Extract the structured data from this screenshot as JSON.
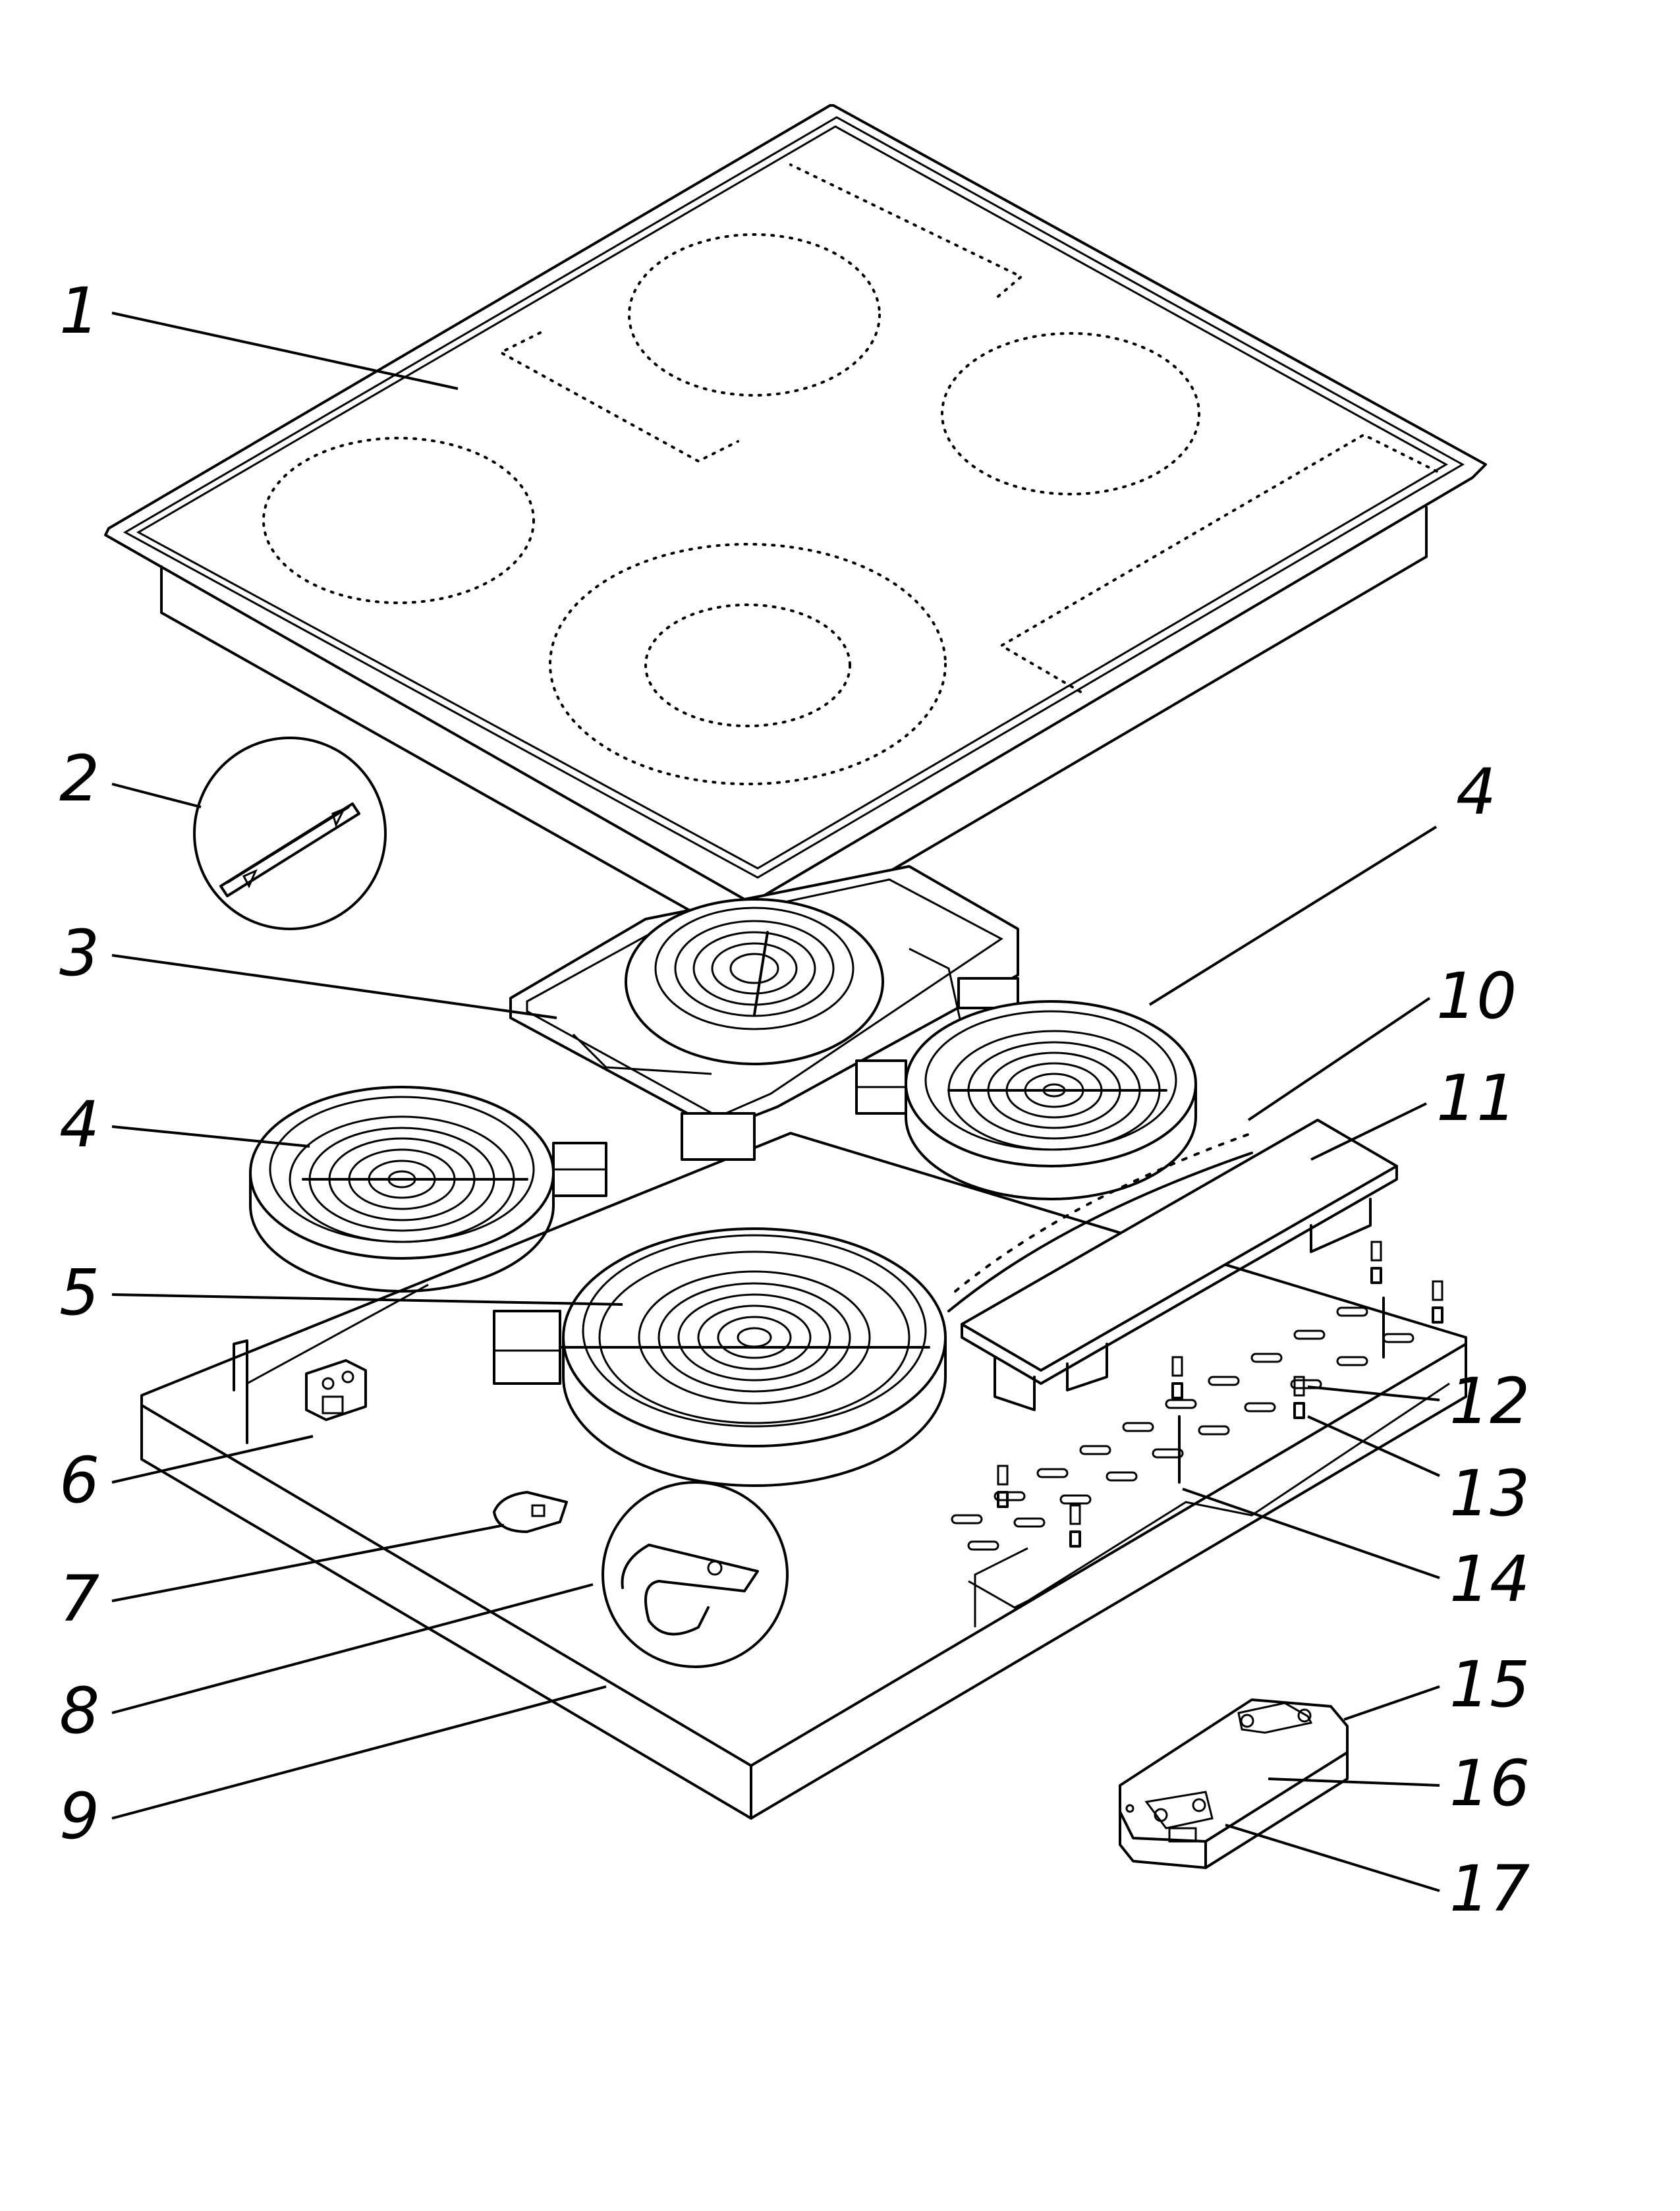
{
  "callouts": [
    {
      "id": "1",
      "label": "1"
    },
    {
      "id": "2",
      "label": "2"
    },
    {
      "id": "3",
      "label": "3"
    },
    {
      "id": "4a",
      "label": "4"
    },
    {
      "id": "4b",
      "label": "4"
    },
    {
      "id": "5",
      "label": "5"
    },
    {
      "id": "6",
      "label": "6"
    },
    {
      "id": "7",
      "label": "7"
    },
    {
      "id": "8",
      "label": "8"
    },
    {
      "id": "9",
      "label": "9"
    },
    {
      "id": "10",
      "label": "10"
    },
    {
      "id": "11",
      "label": "11"
    },
    {
      "id": "12",
      "label": "12"
    },
    {
      "id": "13",
      "label": "13"
    },
    {
      "id": "14",
      "label": "14"
    },
    {
      "id": "15",
      "label": "15"
    },
    {
      "id": "16",
      "label": "16"
    },
    {
      "id": "17",
      "label": "17"
    }
  ]
}
